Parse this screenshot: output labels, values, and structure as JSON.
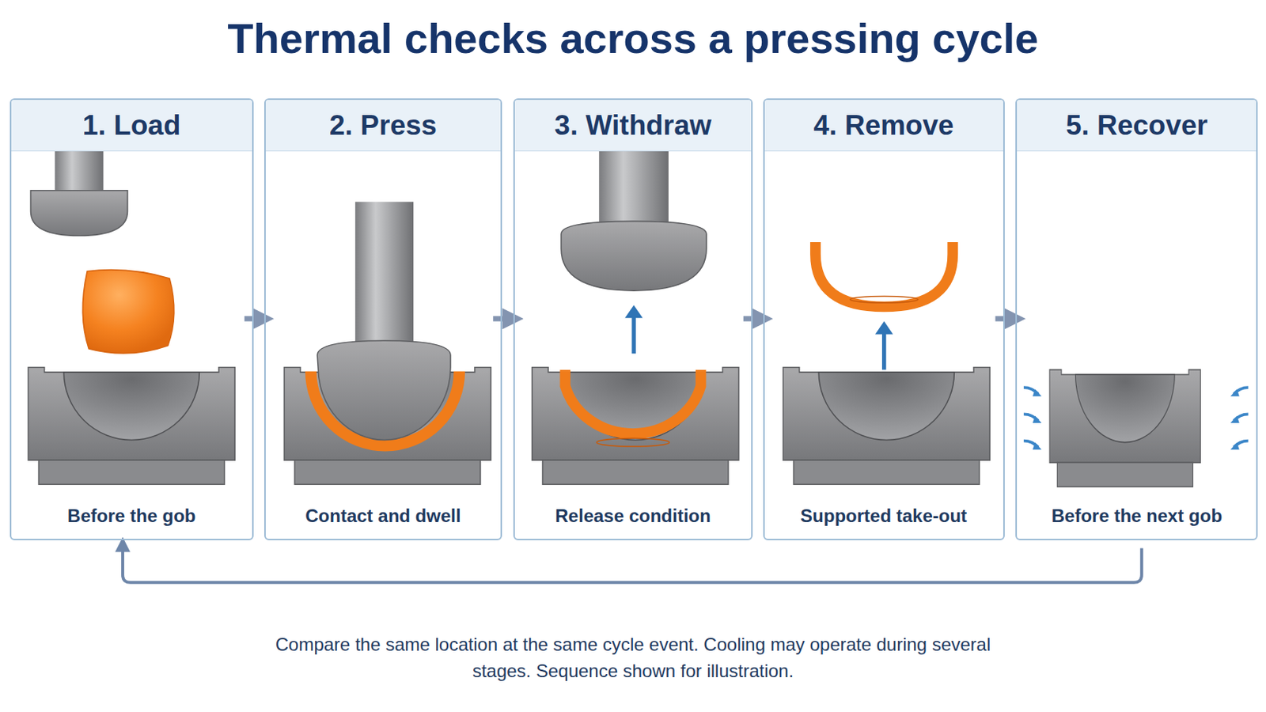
{
  "diagram": {
    "title": "Thermal checks across a pressing cycle",
    "caption": "Compare the same location at the same cycle event. Cooling may operate during several stages. Sequence shown for illustration.",
    "nodes": [
      {
        "text": [
          "1. Load",
          "Before the gob"
        ]
      },
      {
        "text": [
          "2. Press",
          "Contact and dwell"
        ]
      },
      {
        "text": [
          "3. Withdraw",
          "Release condition"
        ]
      },
      {
        "text": [
          "4. Remove",
          "Supported take-out"
        ]
      },
      {
        "text": [
          "5. Recover",
          "Before the next gob"
        ]
      }
    ],
    "edges": [
      {
        "from": 0,
        "to": 1,
        "arrow": "to"
      },
      {
        "from": 1,
        "to": 2,
        "arrow": "to"
      },
      {
        "from": 2,
        "to": 3,
        "arrow": "to"
      },
      {
        "from": 3,
        "to": 4,
        "arrow": "to"
      },
      {
        "from": 4,
        "to": 0,
        "arrow": "to"
      }
    ]
  }
}
